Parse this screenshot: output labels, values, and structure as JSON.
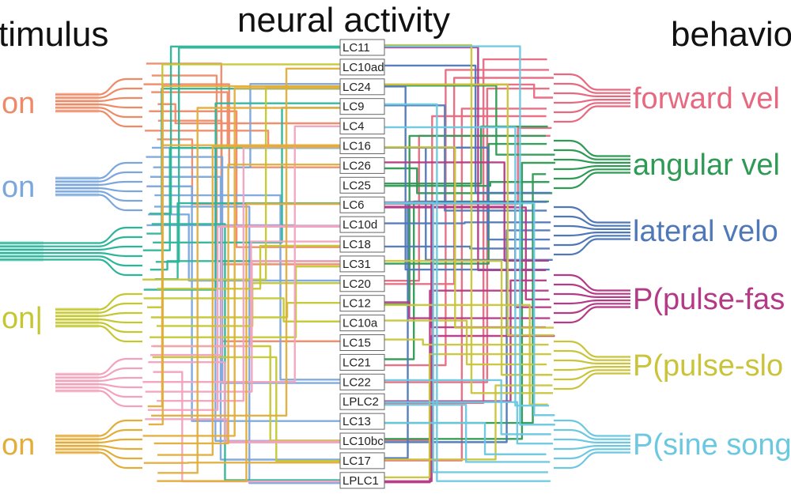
{
  "headers": {
    "left": "timulus",
    "middle": "neural activity",
    "right": "behavio"
  },
  "stimuli": [
    {
      "label": "on",
      "color": "#ef8a67"
    },
    {
      "label": "on",
      "color": "#7ba7dd"
    },
    {
      "label": "",
      "color": "#2cb59a"
    },
    {
      "label": "on|",
      "color": "#c4c72f"
    },
    {
      "label": "",
      "color": "#f3a2bd"
    },
    {
      "label": "on",
      "color": "#e3ad3a"
    }
  ],
  "neurons": [
    "LC11",
    "LC10ad",
    "LC24",
    "LC9",
    "LC4",
    "LC16",
    "LC26",
    "LC25",
    "LC6",
    "LC10d",
    "LC18",
    "LC31",
    "LC20",
    "LC12",
    "LC10a",
    "LC15",
    "LC21",
    "LC22",
    "LPLC2",
    "LC13",
    "LC10bc",
    "LC17",
    "LPLC1"
  ],
  "behaviors": [
    {
      "label": "forward vel",
      "color": "#e7697f"
    },
    {
      "label": "angular vel",
      "color": "#2f9a54"
    },
    {
      "label": "lateral velo",
      "color": "#4f78b8"
    },
    {
      "label": "P(pulse-fas",
      "color": "#b53a86"
    },
    {
      "label": "P(pulse-slo",
      "color": "#c9c43a"
    },
    {
      "label": "P(sine song",
      "color": "#6cc8e0"
    }
  ]
}
